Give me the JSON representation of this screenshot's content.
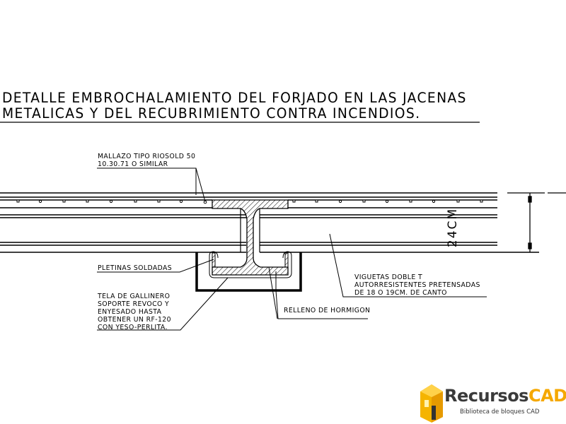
{
  "title": {
    "line1": "DETALLE EMBROCHALAMIENTO DEL FORJADO EN LAS JACENAS",
    "line2": "METALICAS Y DEL RECUBRIMIENTO CONTRA INCENDIOS."
  },
  "labels": {
    "mallazo": [
      "MALLAZO TIPO RIOSOLD 50",
      "10.30.71 O SIMILAR"
    ],
    "pletinas": "PLETINAS SOLDADAS",
    "tela": [
      "TELA DE GALLINERO",
      "SOPORTE REVOCO Y",
      "ENYESADO HASTA",
      "OBTENER UN RF-120",
      "CON YESO-PERLITA."
    ],
    "relleno": "RELLENO DE HORMIGON",
    "viguetas": [
      "VIGUETAS DOBLE T",
      "AUTORRESISTENTES PRETENSADAS",
      "DE 18 O 19CM. DE CANTO"
    ]
  },
  "dimension": {
    "value": "24CM"
  },
  "logo": {
    "name_part1": "Recursos",
    "name_part2": "CAD",
    "subtitle": "Biblioteca de bloques CAD"
  },
  "colors": {
    "line": "#000000",
    "background": "#ffffff",
    "logo_yellow": "#f5a800",
    "logo_dark": "#3a3a3a"
  }
}
